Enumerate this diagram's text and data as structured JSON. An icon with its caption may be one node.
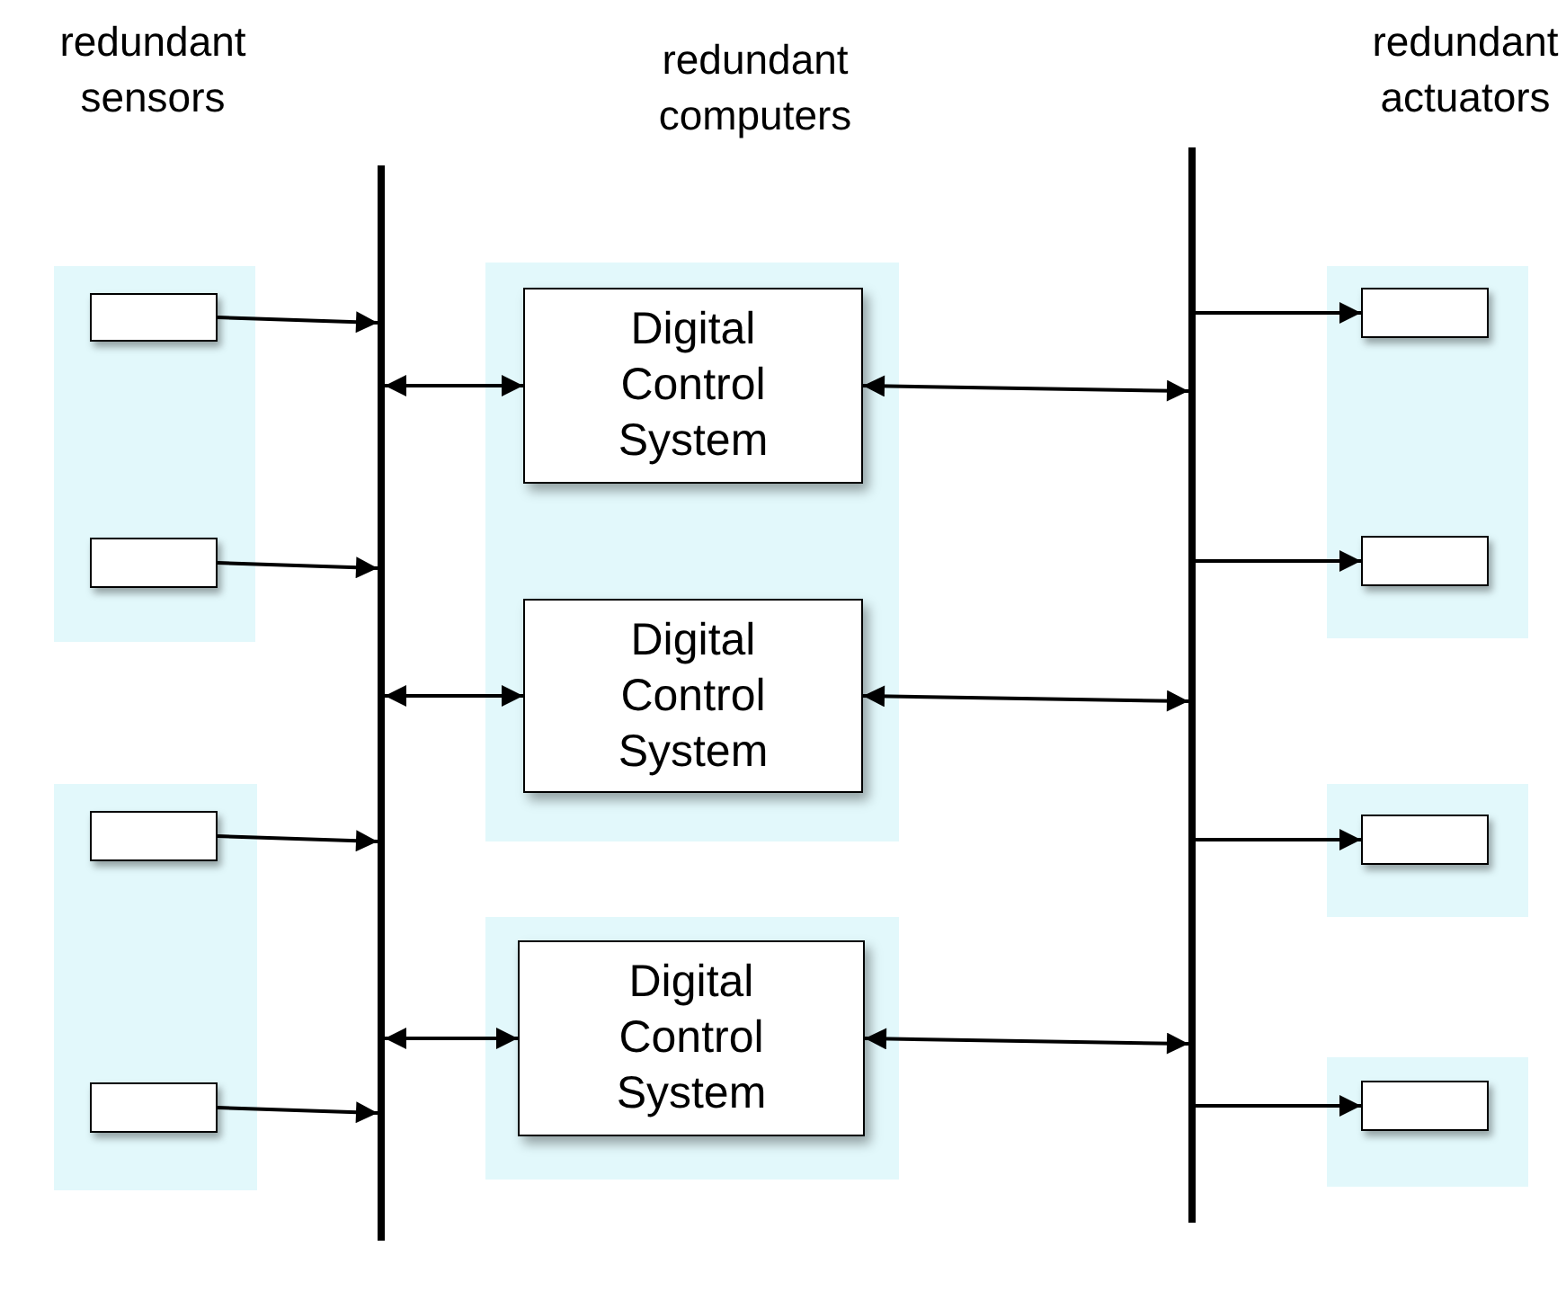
{
  "diagram": {
    "nodes": [
      {
        "text": [],
        "shape": "box"
      },
      {
        "text": [],
        "shape": "box",
        "in": 0
      },
      {
        "text": [],
        "shape": "box",
        "in": 0
      },
      {
        "text": [],
        "shape": "box"
      },
      {
        "text": [],
        "shape": "box",
        "in": 3
      },
      {
        "text": [],
        "shape": "box",
        "in": 3
      },
      {
        "text": [],
        "shape": "bar"
      },
      {
        "text": [],
        "shape": "box"
      },
      {
        "text": [
          "Digital Control System"
        ],
        "in": 7
      },
      {
        "text": [
          "Digital Control System"
        ],
        "in": 7
      },
      {
        "text": [],
        "shape": "box"
      },
      {
        "text": [
          "Digital Control System"
        ],
        "in": 10
      },
      {
        "text": [],
        "shape": "bar"
      },
      {
        "text": [],
        "shape": "box"
      },
      {
        "text": [],
        "shape": "box",
        "in": 13
      },
      {
        "text": [],
        "shape": "box",
        "in": 13
      },
      {
        "text": [],
        "shape": "box"
      },
      {
        "text": [],
        "shape": "box",
        "in": 16
      },
      {
        "text": [],
        "shape": "box"
      },
      {
        "text": [],
        "shape": "box",
        "in": 18
      }
    ],
    "edges": [
      {
        "from": 1,
        "to": 6,
        "arrow": "to"
      },
      {
        "from": 2,
        "to": 6,
        "arrow": "to"
      },
      {
        "from": 4,
        "to": 6,
        "arrow": "to"
      },
      {
        "from": 5,
        "to": 6,
        "arrow": "to"
      },
      {
        "from": 6,
        "to": 8,
        "arrow": "both"
      },
      {
        "from": 6,
        "to": 9,
        "arrow": "both"
      },
      {
        "from": 6,
        "to": 11,
        "arrow": "both"
      },
      {
        "from": 8,
        "to": 12,
        "arrow": "both"
      },
      {
        "from": 9,
        "to": 12,
        "arrow": "both"
      },
      {
        "from": 11,
        "to": 12,
        "arrow": "both"
      },
      {
        "from": 12,
        "to": 14,
        "arrow": "to"
      },
      {
        "from": 12,
        "to": 15,
        "arrow": "to"
      },
      {
        "from": 12,
        "to": 17,
        "arrow": "to"
      },
      {
        "from": 12,
        "to": 19,
        "arrow": "to"
      }
    ],
    "labels": [
      "redundant sensors",
      "redundant computers",
      "redundant actuators"
    ]
  }
}
